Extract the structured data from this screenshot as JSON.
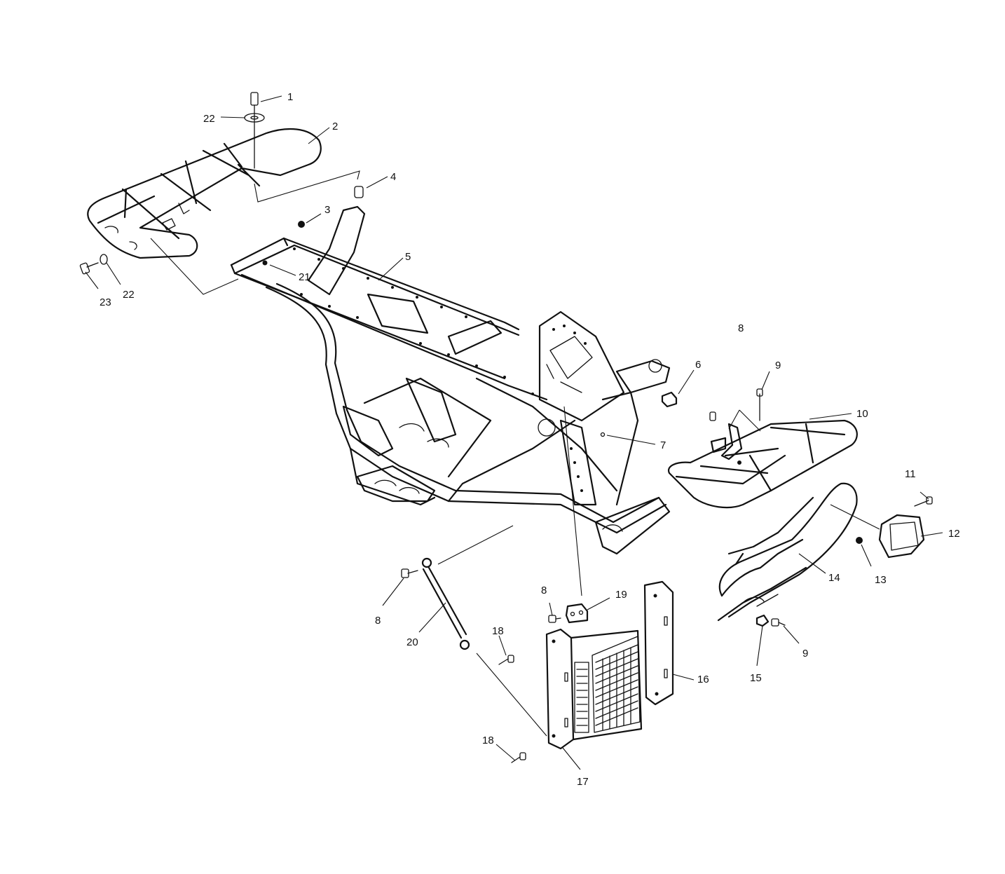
{
  "callouts": [
    {
      "id": "c1",
      "text": "1"
    },
    {
      "id": "c22a",
      "text": "22"
    },
    {
      "id": "c2",
      "text": "2"
    },
    {
      "id": "c4",
      "text": "4"
    },
    {
      "id": "c3",
      "text": "3"
    },
    {
      "id": "c5",
      "text": "5"
    },
    {
      "id": "c21",
      "text": "21"
    },
    {
      "id": "c23",
      "text": "23"
    },
    {
      "id": "c22b",
      "text": "22"
    },
    {
      "id": "c6",
      "text": "6"
    },
    {
      "id": "c8a",
      "text": "8"
    },
    {
      "id": "c9a",
      "text": "9"
    },
    {
      "id": "c10",
      "text": "10"
    },
    {
      "id": "c7",
      "text": "7"
    },
    {
      "id": "c11",
      "text": "11"
    },
    {
      "id": "c12",
      "text": "12"
    },
    {
      "id": "c13",
      "text": "13"
    },
    {
      "id": "c14",
      "text": "14"
    },
    {
      "id": "c8b",
      "text": "8"
    },
    {
      "id": "c20",
      "text": "20"
    },
    {
      "id": "c8c",
      "text": "8"
    },
    {
      "id": "c19",
      "text": "19"
    },
    {
      "id": "c18a",
      "text": "18"
    },
    {
      "id": "c16",
      "text": "16"
    },
    {
      "id": "c15",
      "text": "15"
    },
    {
      "id": "c9b",
      "text": "9"
    },
    {
      "id": "c18b",
      "text": "18"
    },
    {
      "id": "c17",
      "text": "17"
    }
  ]
}
